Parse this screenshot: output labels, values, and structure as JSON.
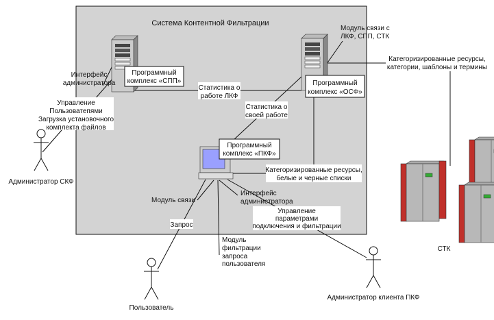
{
  "title": "Система Контентной Фильтрации",
  "colors": {
    "panel": "#d3d3d3",
    "stk_red": "#c0302a",
    "screen": "#9aa0ff"
  },
  "components": {
    "spp": [
      "Программный",
      "комплекс «СПП»"
    ],
    "osf": [
      "Программный",
      "комплекс «ОСФ»"
    ],
    "pkf": [
      "Программный",
      "комплекс «ПКФ»"
    ],
    "stk": "СТК"
  },
  "labels": {
    "admin_interface_1": [
      "Интерфейс",
      "администратора"
    ],
    "user_mgmt": [
      "Управление",
      "Пользоватепями",
      "Загрузка установочного",
      "комплекта файлов"
    ],
    "stats_lkf": [
      "Статистика о",
      "работе ЛКФ"
    ],
    "comm_module_osf": [
      "Модуль связи с",
      "ЛКФ, СПП, СТК"
    ],
    "categorized_osf": [
      "Категоризированные ресурсы,",
      "категории, шаблоны и термины"
    ],
    "stats_own": [
      "Статистика о",
      "своей работе"
    ],
    "categorized_pkf": [
      "Категоризированные ресурсы,",
      "белые и черные списки"
    ],
    "comm_module": "Модуль связи",
    "admin_interface_2": [
      "Интерфейс",
      "администратора"
    ],
    "conn_mgmt": [
      "Управление",
      "параметрами",
      "подключения и фильтрации"
    ],
    "request": "Запрос",
    "filter_module": [
      "Модуль",
      "фильтрации",
      "запроса",
      "пользователя"
    ]
  },
  "actors": {
    "admin_skf": "Администратор СКФ",
    "user": "Пользователь",
    "admin_client": "Администратор клиента ПКФ"
  }
}
